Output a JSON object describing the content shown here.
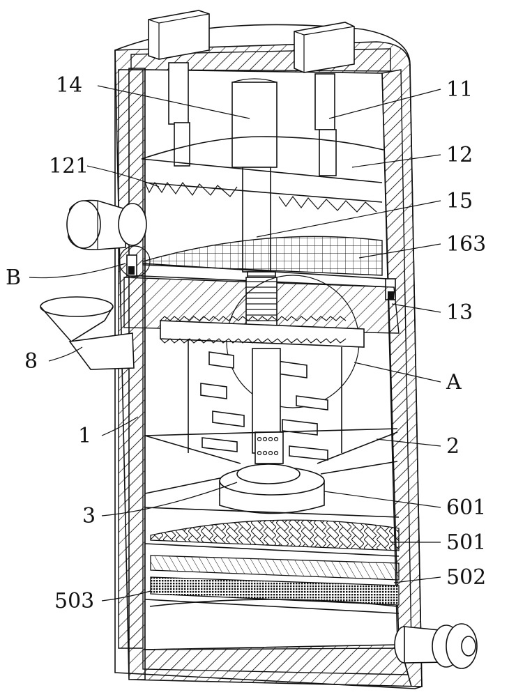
{
  "figure": {
    "labels": {
      "l14": "14",
      "l11": "11",
      "l121": "121",
      "l12": "12",
      "l15": "15",
      "l163": "163",
      "lB": "B",
      "l13": "13",
      "l8": "8",
      "lA": "A",
      "l1": "1",
      "l2": "2",
      "l3": "3",
      "l601": "601",
      "l501": "501",
      "l502": "502",
      "l503": "503"
    }
  },
  "colors": {
    "stroke": "#111111",
    "background": "#ffffff"
  }
}
